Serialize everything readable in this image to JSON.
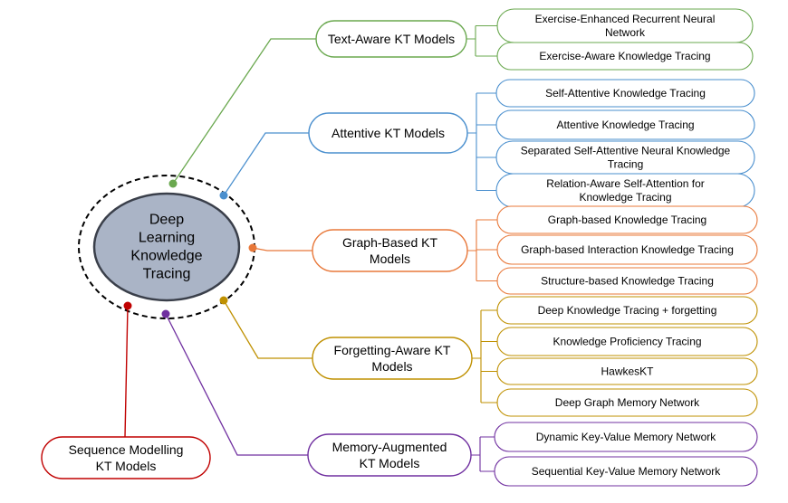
{
  "center": {
    "lines": [
      "Deep",
      "Learning",
      "Knowledge",
      "Tracing"
    ],
    "fill": "#aab4c6",
    "stroke": "#3a3f4a"
  },
  "sequence": {
    "lines": [
      "Sequence Modelling",
      "KT Models"
    ],
    "color": "#c00000"
  },
  "categories": [
    {
      "id": "text-aware",
      "lines": [
        "Text-Aware KT Models"
      ],
      "color": "#6aa84f",
      "leaves": [
        {
          "lines": [
            "Exercise-Enhanced Recurrent Neural",
            "Network"
          ]
        },
        {
          "lines": [
            "Exercise-Aware Knowledge Tracing"
          ]
        }
      ]
    },
    {
      "id": "attentive",
      "lines": [
        "Attentive KT Models"
      ],
      "color": "#4a8fce",
      "leaves": [
        {
          "lines": [
            "Self-Attentive Knowledge Tracing"
          ]
        },
        {
          "lines": [
            "Attentive Knowledge Tracing"
          ]
        },
        {
          "lines": [
            "Separated Self-Attentive Neural Knowledge",
            "Tracing"
          ]
        },
        {
          "lines": [
            "Relation-Aware Self-Attention for",
            "Knowledge Tracing"
          ]
        }
      ]
    },
    {
      "id": "graph-based",
      "lines": [
        "Graph-Based KT",
        "Models"
      ],
      "color": "#e8783a",
      "leaves": [
        {
          "lines": [
            "Graph-based Knowledge Tracing"
          ]
        },
        {
          "lines": [
            "Graph-based Interaction Knowledge Tracing"
          ]
        },
        {
          "lines": [
            "Structure-based Knowledge Tracing"
          ]
        }
      ]
    },
    {
      "id": "forgetting-aware",
      "lines": [
        "Forgetting-Aware KT",
        "Models"
      ],
      "color": "#bf9000",
      "leaves": [
        {
          "lines": [
            "Deep Knowledge Tracing + forgetting"
          ]
        },
        {
          "lines": [
            "Knowledge Proficiency Tracing"
          ]
        },
        {
          "lines": [
            "HawkesKT"
          ]
        },
        {
          "lines": [
            "Deep Graph Memory Network"
          ]
        }
      ]
    },
    {
      "id": "memory-augmented",
      "lines": [
        "Memory-Augmented",
        "KT Models"
      ],
      "color": "#7030a0",
      "leaves": [
        {
          "lines": [
            "Dynamic Key-Value Memory Network"
          ]
        },
        {
          "lines": [
            "Sequential Key-Value Memory Network"
          ]
        }
      ]
    }
  ]
}
